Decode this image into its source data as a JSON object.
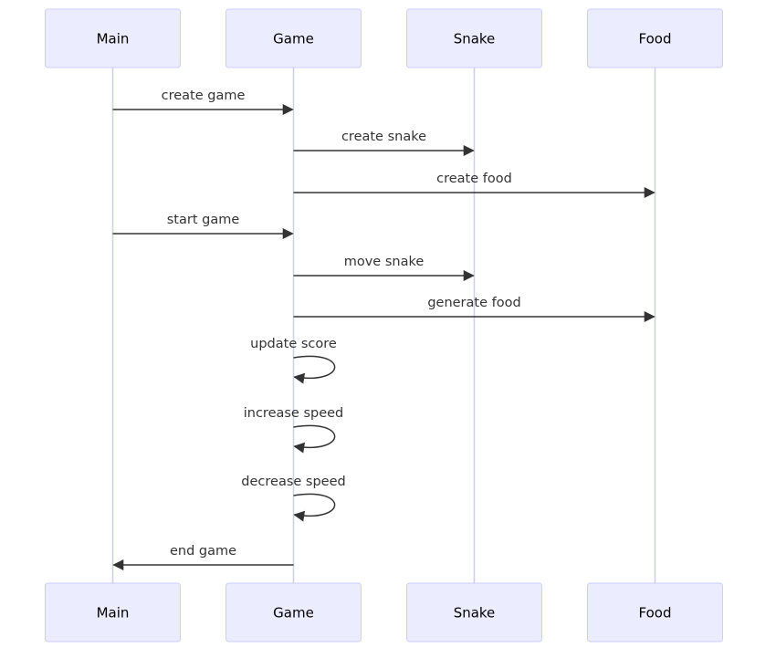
{
  "participants": [
    {
      "id": "main",
      "label": "Main"
    },
    {
      "id": "game",
      "label": "Game"
    },
    {
      "id": "snake",
      "label": "Snake"
    },
    {
      "id": "food",
      "label": "Food"
    }
  ],
  "messages": [
    {
      "from": "main",
      "to": "game",
      "label": "create game"
    },
    {
      "from": "game",
      "to": "snake",
      "label": "create snake"
    },
    {
      "from": "game",
      "to": "food",
      "label": "create food"
    },
    {
      "from": "main",
      "to": "game",
      "label": "start game"
    },
    {
      "from": "game",
      "to": "snake",
      "label": "move snake"
    },
    {
      "from": "game",
      "to": "food",
      "label": "generate food"
    },
    {
      "from": "game",
      "to": "game",
      "label": "update score"
    },
    {
      "from": "game",
      "to": "game",
      "label": "increase speed"
    },
    {
      "from": "game",
      "to": "game",
      "label": "decrease speed"
    },
    {
      "from": "game",
      "to": "main",
      "label": "end game"
    }
  ],
  "colors": {
    "actor_fill": "#ECECFF",
    "actor_stroke": "#CCCCFF",
    "lifeline": "#CCCCFF",
    "message": "#333333"
  }
}
